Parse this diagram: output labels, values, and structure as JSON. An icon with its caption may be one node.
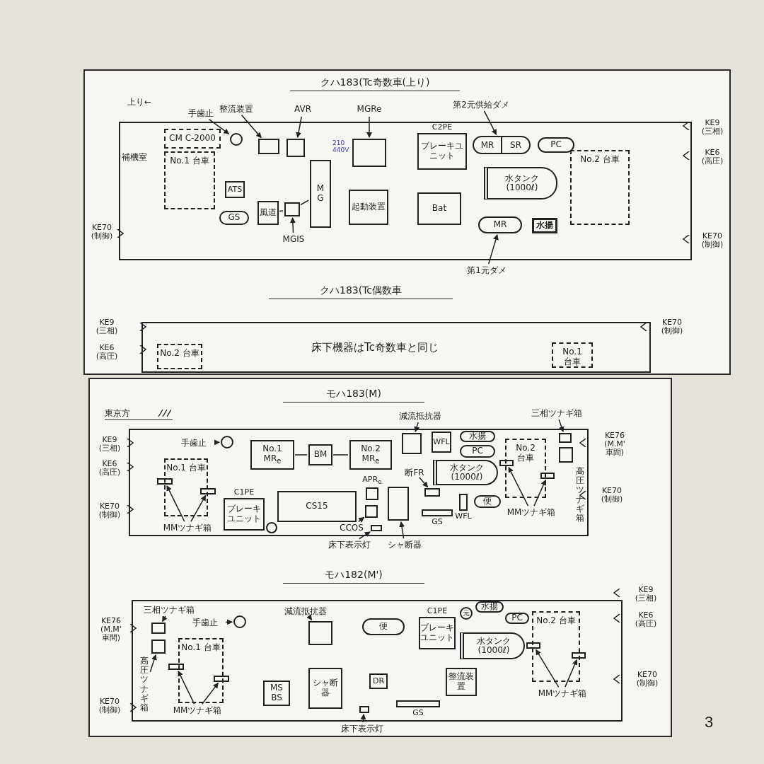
{
  "diagram": {
    "nodes": [
      {
        "text": [],
        "shape": "box"
      },
      {
        "text": [
          "CM C-2000"
        ],
        "in": 0
      },
      {
        "text": [
          "No.1 台車"
        ],
        "in": 0
      },
      {
        "text": [
          "ATS"
        ],
        "in": 0
      },
      {
        "text": [
          "GS"
        ],
        "in": 0
      },
      {
        "text": [
          "手歯止"
        ]
      },
      {
        "text": [],
        "shape": "circle",
        "in": 0
      },
      {
        "text": [
          "整流装置"
        ]
      },
      {
        "text": [],
        "shape": "box",
        "in": 0
      },
      {
        "text": [
          "AVR"
        ]
      },
      {
        "text": [],
        "shape": "box",
        "in": 0
      },
      {
        "text": [
          "MGRe"
        ]
      },
      {
        "text": [],
        "shape": "box",
        "in": 0
      },
      {
        "text": [
          "MG"
        ],
        "in": 0
      },
      {
        "text": [
          "風道"
        ],
        "in": 0
      },
      {
        "text": [],
        "shape": "box",
        "in": 0
      },
      {
        "text": [
          "MGIS"
        ],
        "in": 0
      },
      {
        "text": [
          "起動装置"
        ],
        "in": 0
      },
      {
        "text": [
          "C2PE",
          "ブレーキユニット"
        ],
        "in": 0
      },
      {
        "text": [
          "Bat"
        ],
        "in": 0
      },
      {
        "text": [
          "第2元供給ダメ"
        ]
      },
      {
        "text": [
          "MR",
          "SR"
        ],
        "in": 0
      },
      {
        "text": [
          "PC"
        ],
        "in": 0
      },
      {
        "text": [
          "水タンク",
          "(1000ℓ)"
        ],
        "in": 0
      },
      {
        "text": [
          "MR"
        ],
        "in": 0
      },
      {
        "text": [
          "水揚"
        ],
        "in": 0
      },
      {
        "text": [
          "No.2 台車"
        ],
        "in": 0
      },
      {
        "text": [
          "第1元ダメ"
        ]
      },
      {
        "text": [],
        "shape": "box"
      },
      {
        "text": [
          "No.2 台車"
        ],
        "in": 28
      },
      {
        "text": [
          "No.1 台車"
        ],
        "in": 28
      },
      {
        "text": [],
        "shape": "box"
      },
      {
        "text": [
          "手歯止"
        ],
        "in": 31
      },
      {
        "text": [],
        "shape": "circle",
        "in": 31
      },
      {
        "text": [
          "No.1 台車"
        ],
        "in": 31
      },
      {
        "text": [],
        "shape": "box",
        "in": 31
      },
      {
        "text": [],
        "shape": "box",
        "in": 31
      },
      {
        "text": [
          "MMツナギ箱"
        ],
        "in": 31
      },
      {
        "text": [
          "No.1 MR$_{e}$"
        ],
        "in": 31
      },
      {
        "text": [
          "BM"
        ],
        "in": 31
      },
      {
        "text": [
          "No.2 MR$_{e}$"
        ],
        "in": 31
      },
      {
        "text": [
          "C1PE",
          "ブレーキユニット"
        ],
        "in": 31
      },
      {
        "text": [],
        "shape": "circle",
        "in": 31
      },
      {
        "text": [
          "CS15"
        ],
        "in": 31
      },
      {
        "text": [
          "減流抵抗器"
        ]
      },
      {
        "text": [],
        "shape": "box",
        "in": 31
      },
      {
        "text": [
          "WFL"
        ],
        "in": 31
      },
      {
        "text": [
          "水揚"
        ],
        "in": 31
      },
      {
        "text": [
          "PC"
        ],
        "in": 31
      },
      {
        "text": [
          "APR$_{e}$"
        ],
        "in": 31
      },
      {
        "text": [],
        "shape": "box",
        "in": 31
      },
      {
        "text": [
          "CCOS"
        ],
        "in": 31
      },
      {
        "text": [],
        "shape": "box",
        "in": 31
      },
      {
        "text": [
          "床下表示灯"
        ]
      },
      {
        "text": [
          "シャ断器"
        ]
      },
      {
        "text": [],
        "shape": "box",
        "in": 31
      },
      {
        "text": [
          "断FR"
        ],
        "in": 31
      },
      {
        "text": [],
        "shape": "box",
        "in": 31
      },
      {
        "text": [
          "水タンク",
          "(1000ℓ)"
        ],
        "in": 31
      },
      {
        "text": [
          "GS"
        ],
        "in": 31
      },
      {
        "text": [
          "WFL"
        ],
        "in": 31
      },
      {
        "text": [
          "便"
        ],
        "in": 31
      },
      {
        "text": [
          "No.2 台車"
        ],
        "in": 31
      },
      {
        "text": [],
        "shape": "box",
        "in": 31
      },
      {
        "text": [],
        "shape": "box",
        "in": 31
      },
      {
        "text": [
          "MMツナギ箱"
        ],
        "in": 31
      },
      {
        "text": [
          "三相ツナギ箱"
        ]
      },
      {
        "text": [],
        "shape": "box",
        "in": 31
      },
      {
        "text": [],
        "shape": "box",
        "in": 31
      },
      {
        "text": [],
        "shape": "box"
      },
      {
        "text": [
          "三相ツナギ箱"
        ],
        "in": 69
      },
      {
        "text": [],
        "shape": "box",
        "in": 69
      },
      {
        "text": [],
        "shape": "box",
        "in": 69
      },
      {
        "text": [
          "高圧ツナギ箱"
        ],
        "in": 69
      },
      {
        "text": [
          "手歯止"
        ],
        "in": 69
      },
      {
        "text": [],
        "shape": "circle",
        "in": 69
      },
      {
        "text": [
          "No.1 台車"
        ],
        "in": 69
      },
      {
        "text": [],
        "shape": "box",
        "in": 69
      },
      {
        "text": [],
        "shape": "box",
        "in": 69
      },
      {
        "text": [
          "MMツナギ箱"
        ],
        "in": 69
      },
      {
        "text": [
          "減流抵抗器"
        ],
        "in": 69
      },
      {
        "text": [],
        "shape": "box",
        "in": 69
      },
      {
        "text": [
          "便"
        ],
        "in": 69
      },
      {
        "text": [
          "C1PE",
          "ブレーキユニット"
        ],
        "in": 69
      },
      {
        "text": [
          "元"
        ],
        "in": 69
      },
      {
        "text": [
          "水揚"
        ],
        "in": 69
      },
      {
        "text": [
          "PC"
        ],
        "in": 69
      },
      {
        "text": [
          "水タンク",
          "(1000ℓ)"
        ],
        "in": 69
      },
      {
        "text": [
          "No.2 台車"
        ],
        "in": 69
      },
      {
        "text": [],
        "shape": "box",
        "in": 69
      },
      {
        "text": [],
        "shape": "box",
        "in": 69
      },
      {
        "text": [
          "MMツナギ箱"
        ],
        "in": 69
      },
      {
        "text": [
          "MS BS"
        ],
        "in": 69
      },
      {
        "text": [
          "シャ断器"
        ],
        "in": 69
      },
      {
        "text": [
          "DR"
        ],
        "in": 69
      },
      {
        "text": [
          "整流装置"
        ],
        "in": 69
      },
      {
        "text": [],
        "shape": "box",
        "in": 69
      },
      {
        "text": [
          "床下表示灯"
        ]
      },
      {
        "text": [
          "GS"
        ],
        "in": 69
      }
    ],
    "edges": [
      {
        "from": 5,
        "to": 6,
        "arrow": "to"
      },
      {
        "from": 7,
        "to": 8,
        "arrow": "to"
      },
      {
        "from": 9,
        "to": 10,
        "arrow": "to"
      },
      {
        "from": 11,
        "to": 12,
        "arrow": "to"
      },
      {
        "from": 16,
        "to": 15,
        "arrow": "to"
      },
      {
        "from": 14,
        "to": 15,
        "arrow": "none"
      },
      {
        "from": 15,
        "to": 13,
        "arrow": "none"
      },
      {
        "from": 20,
        "to": 21,
        "arrow": "to"
      },
      {
        "from": 27,
        "to": 24,
        "arrow": "to"
      },
      {
        "from": 32,
        "to": 33,
        "arrow": "to"
      },
      {
        "from": 37,
        "to": 35,
        "arrow": "to"
      },
      {
        "from": 37,
        "to": 36,
        "arrow": "to"
      },
      {
        "from": 38,
        "to": 39,
        "arrow": "none"
      },
      {
        "from": 39,
        "to": 40,
        "arrow": "none"
      },
      {
        "from": 44,
        "to": 45,
        "arrow": "to"
      },
      {
        "from": 51,
        "to": 50,
        "arrow": "to"
      },
      {
        "from": 53,
        "to": 52,
        "arrow": "to"
      },
      {
        "from": 54,
        "to": 55,
        "arrow": "to"
      },
      {
        "from": 56,
        "to": 57,
        "arrow": "to"
      },
      {
        "from": 65,
        "to": 63,
        "arrow": "to"
      },
      {
        "from": 65,
        "to": 64,
        "arrow": "to"
      },
      {
        "from": 66,
        "to": 67,
        "arrow": "to"
      },
      {
        "from": 70,
        "to": 71,
        "arrow": "to"
      },
      {
        "from": 73,
        "to": 72,
        "arrow": "to"
      },
      {
        "from": 74,
        "to": 75,
        "arrow": "to"
      },
      {
        "from": 79,
        "to": 77,
        "arrow": "to"
      },
      {
        "from": 79,
        "to": 78,
        "arrow": "to"
      },
      {
        "from": 80,
        "to": 81,
        "arrow": "to"
      },
      {
        "from": 91,
        "to": 89,
        "arrow": "to"
      },
      {
        "from": 91,
        "to": 90,
        "arrow": "to"
      },
      {
        "from": 97,
        "to": 96,
        "arrow": "to"
      }
    ],
    "labels": [
      "クハ183(Tc奇数車(上り)",
      "上り←",
      "補機室",
      "210 440V",
      "KE9 (三相)",
      "KE6 (高圧)",
      "KE70 (制御)",
      "KE70 (制御)",
      "クハ183(Tc偶数車",
      "KE9 (三相)",
      "KE6 (高圧)",
      "KE70 (制御)",
      "床下機器はTc奇数車と同じ",
      "モハ183(M)",
      "東京方",
      "KE9 (三相)",
      "KE6 (高圧)",
      "KE70 (制御)",
      "KE76 (M.M' 車間)",
      "KE70 (制御)",
      "高圧ツナギ箱",
      "モハ182(M')",
      "KE9 (三相)",
      "KE6 (高圧)",
      "KE70 (制御)",
      "KE76 (M.M' 車間)",
      "KE70 (制御)",
      "3"
    ]
  }
}
